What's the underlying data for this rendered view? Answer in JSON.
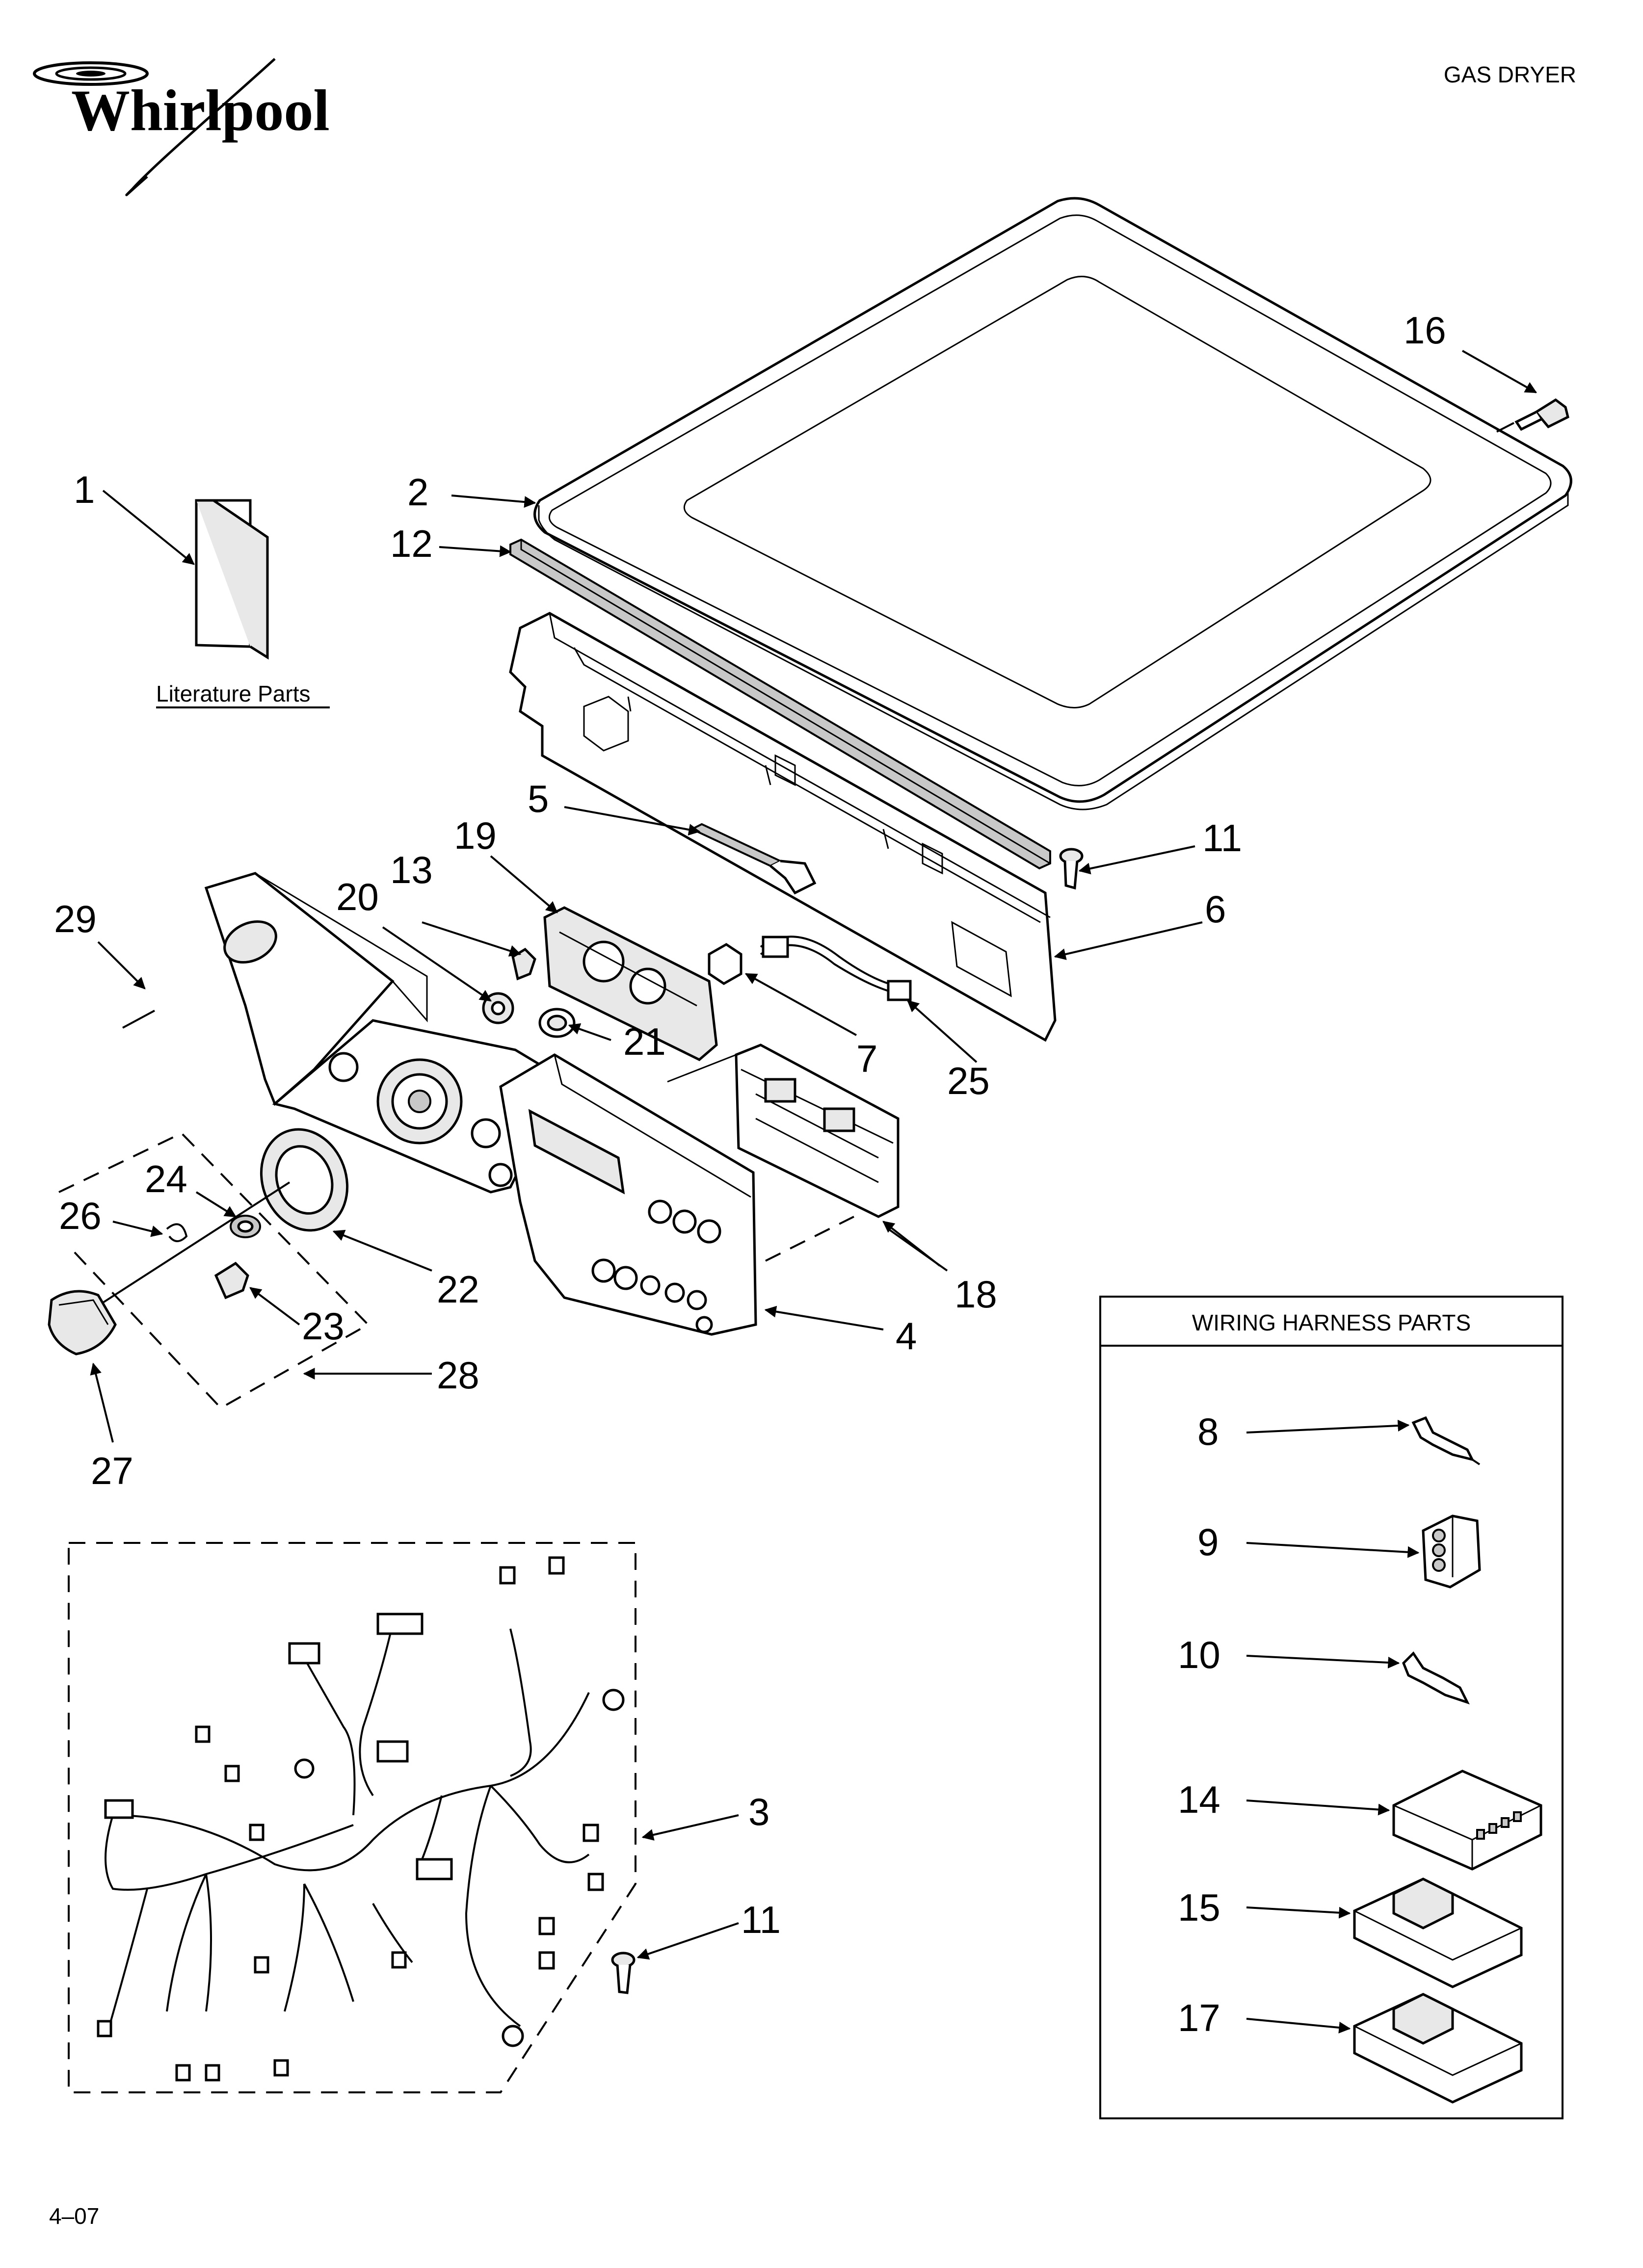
{
  "header": {
    "brand": "Whirlpool",
    "title": "GAS DRYER"
  },
  "literature": {
    "label": "Literature Parts"
  },
  "wiring_box": {
    "title": "WIRING HARNESS PARTS"
  },
  "callouts": [
    "1",
    "2",
    "3",
    "4",
    "5",
    "6",
    "7",
    "8",
    "9",
    "10",
    "11",
    "11",
    "12",
    "13",
    "14",
    "15",
    "16",
    "17",
    "18",
    "19",
    "20",
    "21",
    "22",
    "23",
    "24",
    "25",
    "26",
    "27",
    "28",
    "29"
  ],
  "footer": {
    "date_code": "4–07"
  }
}
